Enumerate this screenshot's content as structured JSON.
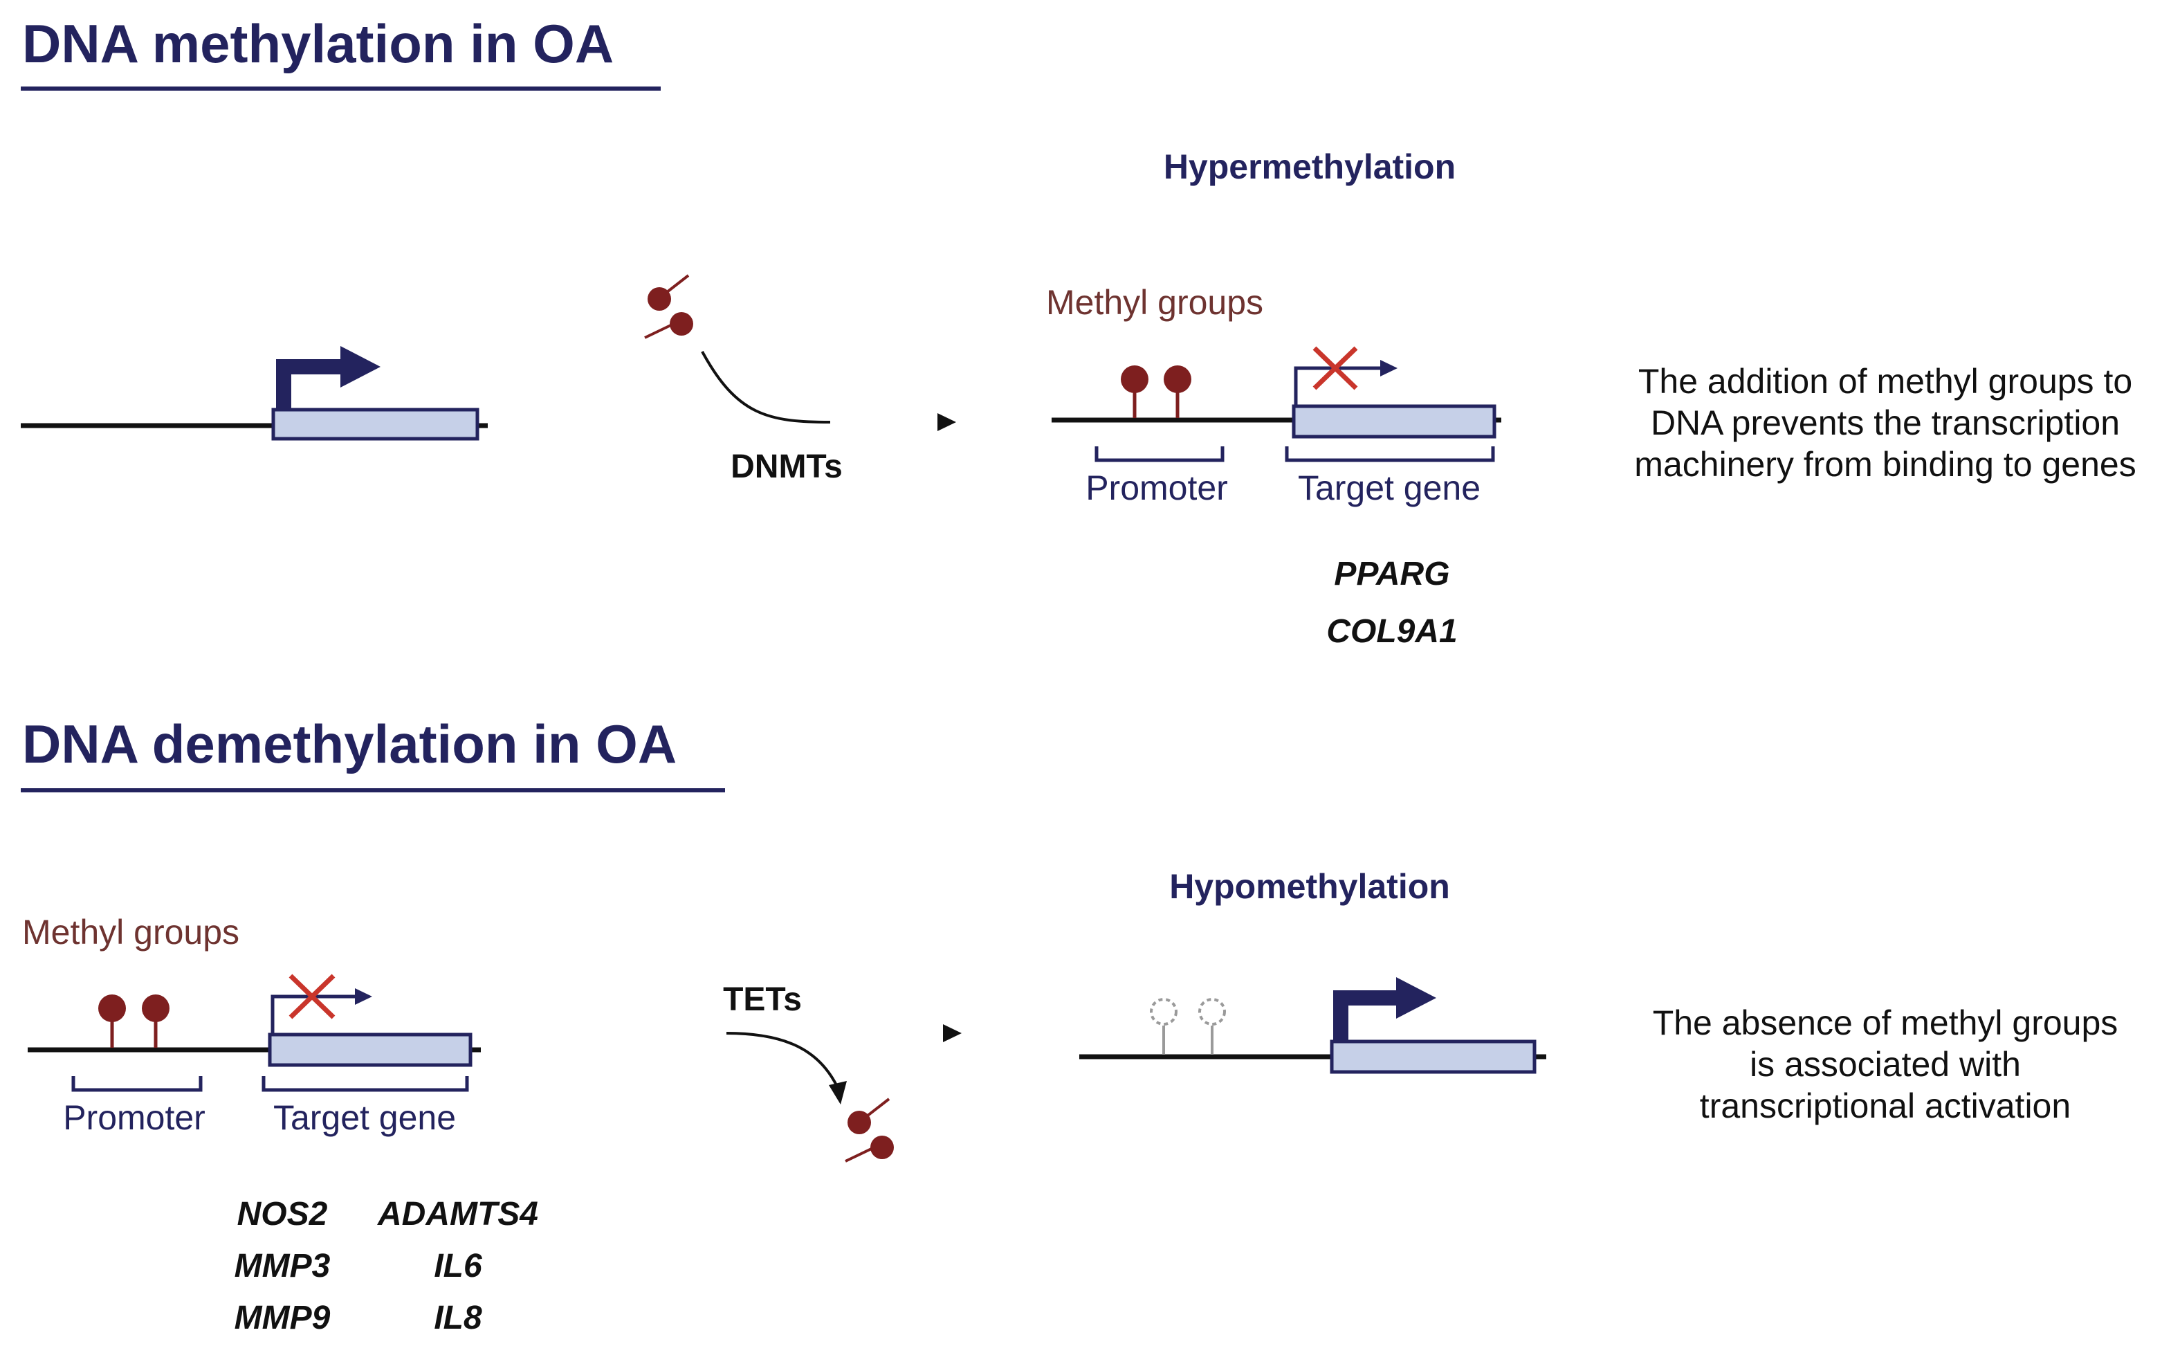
{
  "colors": {
    "navy": "#23235e",
    "gene_box_fill": "#c6d0e8",
    "methyl": "#7e1f1f",
    "cross": "#c9352b",
    "dashed_circle": "#9a9a9a",
    "line": "#111111",
    "description_text": "#111111",
    "methyl_label": "#6e3330"
  },
  "methylation": {
    "heading": "DNA methylation in OA",
    "state_label": "Hypermethylation",
    "enzyme": "DNMTs",
    "methyl_label": "Methyl groups",
    "promoter_label": "Promoter",
    "target_label": "Target gene",
    "genes": [
      "PPARG",
      "COL9A1"
    ],
    "description": [
      "The addition of methyl groups to",
      "DNA prevents the transcription",
      "machinery from binding to genes"
    ]
  },
  "demethylation": {
    "heading": "DNA demethylation in OA",
    "state_label": "Hypomethylation",
    "enzyme": "TETs",
    "methyl_label": "Methyl groups",
    "promoter_label": "Promoter",
    "target_label": "Target gene",
    "genes_left": [
      "NOS2",
      "MMP3",
      "MMP9"
    ],
    "genes_right": [
      "ADAMTS4",
      "IL6",
      "IL8"
    ],
    "description": [
      "The absence of methyl groups",
      "is associated with",
      "transcriptional activation"
    ]
  },
  "icons": [
    "transcription-arrow-icon",
    "blocked-transcription-icon",
    "methyl-group-icon",
    "empty-methyl-site-icon"
  ]
}
